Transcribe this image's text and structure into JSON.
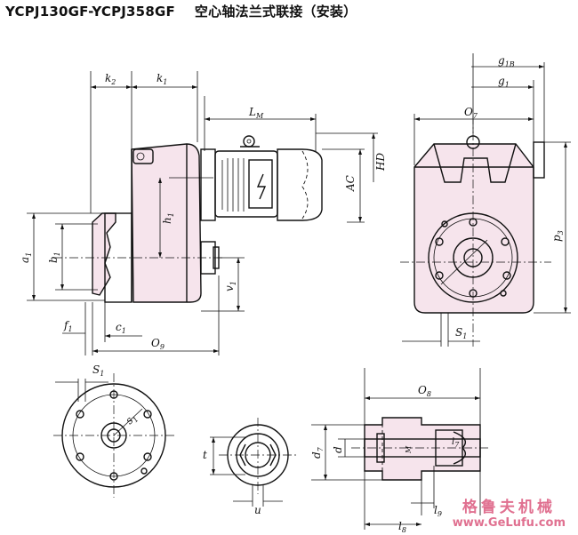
{
  "title": {
    "model": "YCPJ130GF-YCPJ358GF",
    "description": "空心轴法兰式联接（安装）"
  },
  "labels": {
    "k2": "k",
    "k2_sub": "2",
    "k1": "k",
    "k1_sub": "1",
    "LM": "L",
    "LM_sub": "M",
    "g1B": "g",
    "g1B_sub": "1B",
    "g1": "g",
    "g1_sub": "1",
    "O7": "O",
    "O7_sub": "7",
    "HD": "HD",
    "AC": "AC",
    "h1": "h",
    "h1_sub": "1",
    "a1": "a",
    "a1_sub": "1",
    "b1": "b",
    "b1_sub": "1",
    "v1": "v",
    "v1_sub": "1",
    "p3": "p",
    "p3_sub": "3",
    "f1": "f",
    "f1_sub": "1",
    "c1": "c",
    "c1_sub": "1",
    "O9": "O",
    "O9_sub": "9",
    "S1_right": "S",
    "S1_right_sub": "1",
    "S1_bottom": "S",
    "S1_bottom_sub": "1",
    "s1_circle": "s",
    "s1_circle_sub": "1",
    "t": "t",
    "u": "u",
    "O8": "O",
    "O8_sub": "8",
    "d7": "d",
    "d7_sub": "7",
    "d": "d",
    "M": "M",
    "l7": "l",
    "l7_sub": "7",
    "l9": "l",
    "l9_sub": "9",
    "l8": "l",
    "l8_sub": "8"
  },
  "watermark": {
    "chinese": "格鲁夫机械",
    "url": "www.GeLufu.com"
  }
}
